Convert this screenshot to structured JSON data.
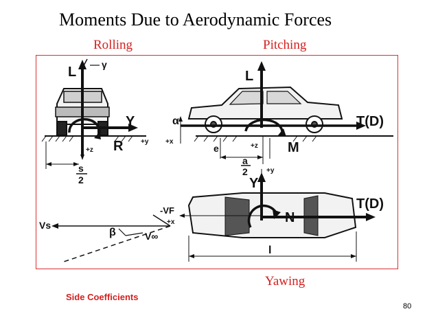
{
  "slide": {
    "title": "Moments Due to Aerodynamic Forces",
    "labels": {
      "rolling": "Rolling",
      "pitching": "Pitching",
      "yawing": "Yawing"
    },
    "footer_note": "Side Coefficients",
    "page_number": "80",
    "colors": {
      "accent_red": "#d42020",
      "frame_border": "#d83030",
      "ink": "#111111"
    }
  },
  "diagram": {
    "rolling": {
      "lift": "L",
      "gamma": "γ",
      "side_force": "Y",
      "roll_moment": "R",
      "plus_y": "+y",
      "plus_z": "+z",
      "half_s_num": "s",
      "half_s_den": "2"
    },
    "pitching": {
      "lift": "L",
      "thrust_drag": "T(D)",
      "alpha": "α",
      "plus_x": "+x",
      "e": "e",
      "plus_z": "+z",
      "pitch_moment": "M",
      "half_a_num": "a",
      "half_a_den": "2"
    },
    "yawing": {
      "side_force": "Y",
      "plus_y": "+y",
      "thrust_drag": "T(D)",
      "yaw_moment": "N",
      "plus_x": "+x",
      "length": "l"
    },
    "velocity": {
      "vs": "Vs",
      "vf": "-VF",
      "beta": "β",
      "v_inf": "V∞"
    }
  }
}
